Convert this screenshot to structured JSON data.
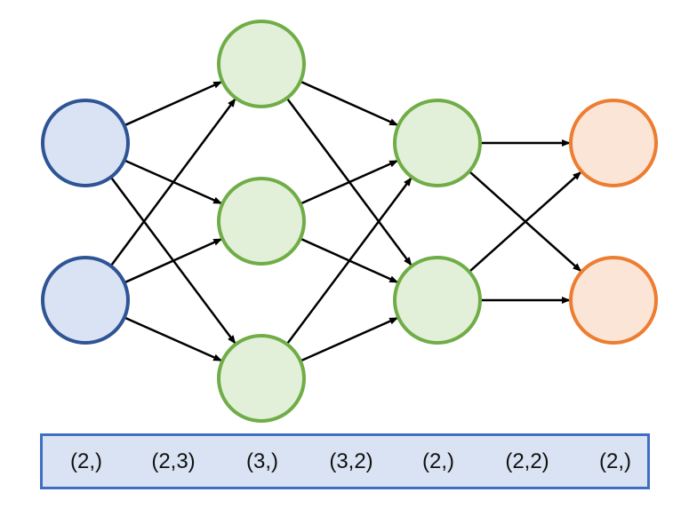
{
  "colors": {
    "input_fill": "#dae3f3",
    "input_stroke": "#2f5496",
    "hidden_fill": "#e2efd9",
    "hidden_stroke": "#70ad47",
    "output_fill": "#fbe5d6",
    "output_stroke": "#ed7d31",
    "edge": "#000000",
    "bar_fill": "#dae3f3",
    "bar_stroke": "#3f6fc4"
  },
  "layers": [
    {
      "kind": "input",
      "nodes": 2
    },
    {
      "kind": "hidden",
      "nodes": 3
    },
    {
      "kind": "hidden",
      "nodes": 2
    },
    {
      "kind": "output",
      "nodes": 2
    }
  ],
  "shape_labels": [
    "(2,)",
    "(2,3)",
    "(3,)",
    "(3,2)",
    "(2,)",
    "(2,2)",
    "(2,)"
  ]
}
